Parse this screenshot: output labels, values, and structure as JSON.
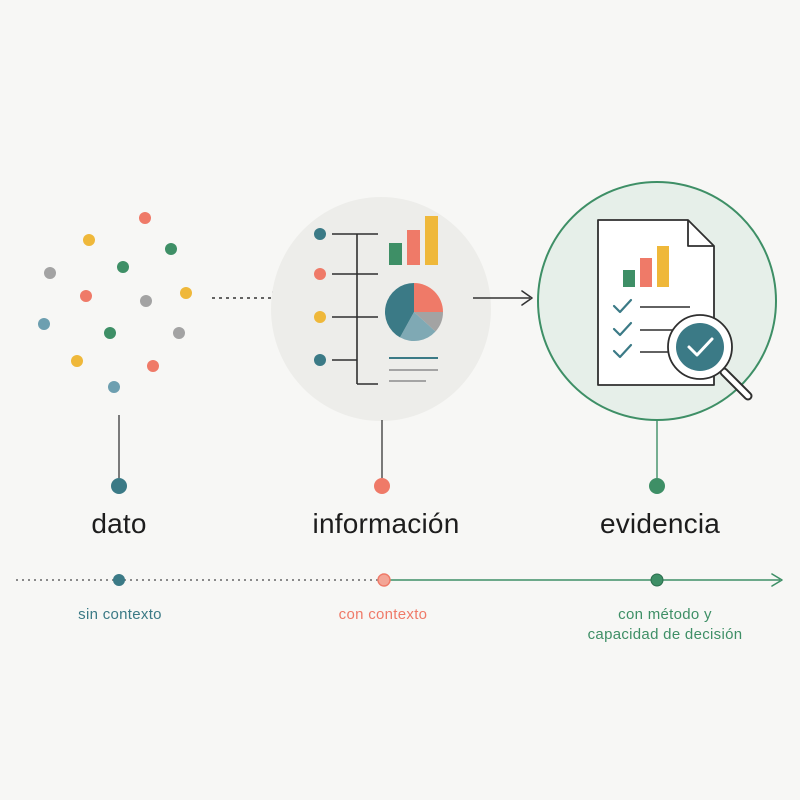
{
  "colors": {
    "teal": "#3b7a86",
    "coral": "#ef7a68",
    "yellow": "#efb83a",
    "green": "#3e8f66",
    "gray": "#a3a3a3",
    "light_blue": "#6d9fb0",
    "text": "#1d1d1d"
  },
  "stages": [
    {
      "title": "dato",
      "context_lines": [
        "sin contexto"
      ],
      "color": "#3b7a86"
    },
    {
      "title": "información",
      "context_lines": [
        "con contexto"
      ],
      "color": "#ef7a68"
    },
    {
      "title": "evidencia",
      "context_lines": [
        "con método y",
        "capacidad de decisión"
      ],
      "color": "#3e8f66"
    }
  ],
  "icons": {
    "scatter": "scattered-dots-icon",
    "information": "structured-charts-icon",
    "evidence": "document-magnifier-checkmark-icon"
  }
}
